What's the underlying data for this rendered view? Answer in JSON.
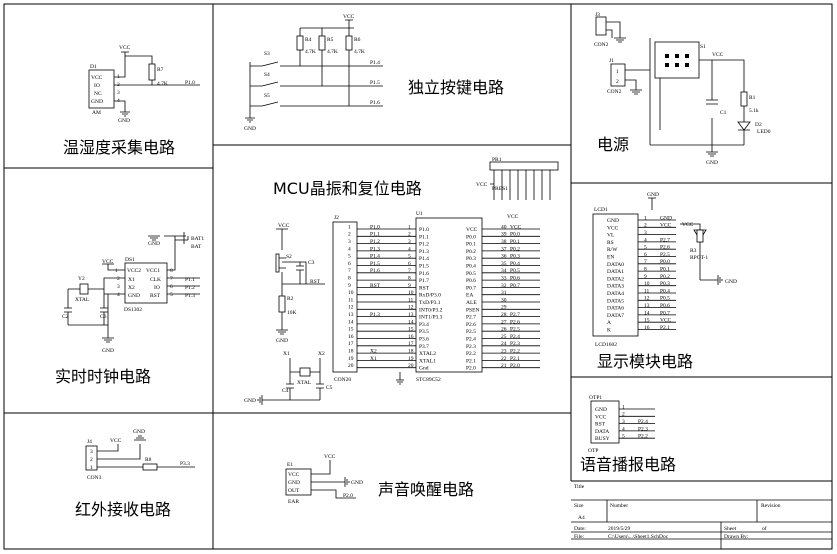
{
  "sections": {
    "temp_humidity": "温湿度采集电路",
    "keys": "独立按键电路",
    "power": "电源",
    "mcu": "MCU晶振和复位电路",
    "rtc": "实时时钟电路",
    "display": "显示模块电路",
    "ir": "红外接收电路",
    "buzzer": "声音唤醒电路",
    "voice": "语音播报电路"
  },
  "d1": {
    "ref": "D1",
    "part": "AM",
    "pins": [
      "VCC",
      "IO",
      "NC",
      "GND"
    ],
    "nums": [
      "1",
      "2",
      "3",
      "4"
    ],
    "r7": "R7",
    "r7v": "4.7K",
    "net": "P1.0",
    "vcc": "VCC",
    "gnd": "GND"
  },
  "keys": {
    "vcc": "VCC",
    "r4": "R4",
    "r5": "R5",
    "r6": "R6",
    "rv": "4.7K",
    "s3": "S3",
    "s4": "S4",
    "s5": "S5",
    "n1": "P1.4",
    "n2": "P1.5",
    "n3": "P1.6",
    "gnd": "GND"
  },
  "power": {
    "j3": "J3",
    "j1": "J1",
    "con2a": "CON2",
    "con2b": "CON2",
    "s1": "S1",
    "vcc": "VCC",
    "r1": "R1",
    "r1v": "5.1k",
    "c1": "C1",
    "d2": "D2",
    "led": "LED0",
    "gnd": "GND",
    "p1": "1",
    "p2": "2"
  },
  "mcu": {
    "j2": "J2",
    "con": "CON20",
    "u1": "U1",
    "chip": "STC89C52",
    "s2": "S2",
    "c3": "C3",
    "r2": "R2",
    "r2v": "10K",
    "rst": "RST",
    "vcc": "VCC",
    "x1": "X1",
    "x2": "X2",
    "xtal": "XTAL",
    "c4": "C4",
    "c5": "C5",
    "gnd": "GND",
    "pr1": "PR1",
    "pres": "PRES1",
    "j2nets": [
      "P1.0",
      "P1.1",
      "P1.2",
      "P1.3",
      "P1.4",
      "P1.5",
      "P1.6",
      "",
      "RST",
      "",
      "",
      "",
      "P1.3",
      "",
      "",
      "",
      "",
      "X2",
      "X1",
      ""
    ],
    "lpins": [
      "P1.0",
      "P1.1",
      "P1.2",
      "P1.3",
      "P1.4",
      "P1.5",
      "P1.6",
      "P1.7",
      "RST",
      "RxD/P3.0",
      "TxD/P3.1",
      "INT0/P3.2",
      "INT1/P3.3",
      "P3.4",
      "P3.5",
      "P3.6",
      "P3.7",
      "XTAL2",
      "XTAL1",
      "Gnd"
    ],
    "rpins": [
      "VCC",
      "P0.0",
      "P0.1",
      "P0.2",
      "P0.3",
      "P0.4",
      "P0.5",
      "P0.6",
      "P0.7",
      "EA",
      "ALE",
      "PSEN",
      "P2.7",
      "P2.6",
      "P2.5",
      "P2.4",
      "P2.3",
      "P2.2",
      "P2.1",
      "P2.0"
    ],
    "rnums": [
      "40",
      "39",
      "38",
      "37",
      "36",
      "35",
      "34",
      "33",
      "32",
      "31",
      "30",
      "29",
      "28",
      "27",
      "26",
      "25",
      "24",
      "23",
      "22",
      "21"
    ],
    "rnets": [
      "VCC",
      "P0.0",
      "P0.1",
      "P0.2",
      "P0.3",
      "P0.4",
      "P0.5",
      "P0.6",
      "P0.7",
      "",
      "",
      "",
      "P2.7",
      "P2.6",
      "P2.5",
      "P2.4",
      "P2.3",
      "P2.2",
      "P2.1",
      "P2.0"
    ]
  },
  "rtc": {
    "ref": "DS1",
    "part": "DS1302",
    "y2": "Y2",
    "xtal": "XTAL",
    "c2": "C2",
    "c6": "C6",
    "vcc": "VCC",
    "gnd": "GND",
    "bat": "BAT",
    "bat1": "BAT1",
    "lp": [
      "X1",
      "X2",
      "GND"
    ],
    "ln": [
      "2",
      "3",
      "4"
    ],
    "rp": [
      "VCC1",
      "CLK",
      "IO",
      "RST"
    ],
    "rn": [
      "8",
      "7",
      "6",
      "5"
    ],
    "nets": [
      "P1.1",
      "P1.2",
      "P1.3"
    ],
    "top": "VCC2",
    "tn": "1"
  },
  "lcd": {
    "ref": "LCD1",
    "part": "LCD1602",
    "pins": [
      "GND",
      "VCC",
      "VL",
      "RS",
      "R/W",
      "EN",
      "DATA0",
      "DATA1",
      "DATA2",
      "DATA3",
      "DATA4",
      "DATA5",
      "DATA6",
      "DATA7",
      "A",
      "K"
    ],
    "nets": [
      "GND",
      "VCC",
      "",
      "P2.7",
      "P2.6",
      "P2.5",
      "P0.0",
      "P0.1",
      "P0.2",
      "P0.3",
      "P0.4",
      "P0.5",
      "P0.6",
      "P0.7",
      "VCC",
      "P2.1"
    ],
    "r3": "R3",
    "rpot": "RPOT-1",
    "vcc": "VCC",
    "gnd": "GND"
  },
  "ir": {
    "ref": "J4",
    "con": "CON3",
    "r8": "R8",
    "vcc": "VCC",
    "gnd": "GND",
    "net": "P3.3",
    "p": [
      "3",
      "2",
      "1"
    ]
  },
  "buz": {
    "ref": "E1",
    "part": "EAR",
    "pins": [
      "VCC",
      "GND",
      "OUT"
    ],
    "vcc": "VCC",
    "gnd": "GND",
    "net": "P2.0"
  },
  "otp": {
    "ref": "OTP1",
    "part": "OTP",
    "pins": [
      "GND",
      "VCC",
      "RST",
      "DATA",
      "BUSY"
    ],
    "nets": [
      "",
      "",
      "P2.4",
      "P2.3",
      "P2.2"
    ]
  },
  "title_block": {
    "title": "Title",
    "size": "Size",
    "size_v": "A4",
    "number": "Number",
    "revision": "Revision",
    "date": "Date:",
    "date_v": "2019/5/29",
    "sheet": "Sheet",
    "of": "of",
    "file": "File:",
    "file_v": "C:\\Users\\...\\Sheet1.SchDoc",
    "drawn": "Drawn By:"
  }
}
